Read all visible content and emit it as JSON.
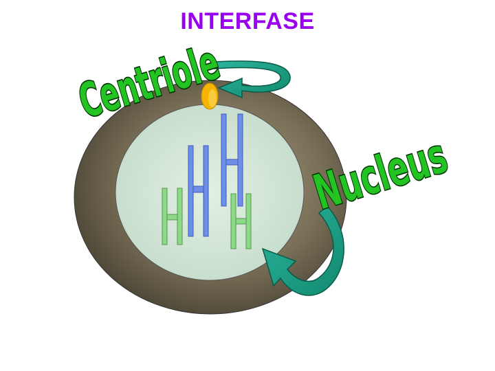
{
  "title": "INTERFASE",
  "labels": {
    "centriole": "Centriole",
    "nucleus": "Nucleus"
  },
  "colors": {
    "title": "#9a00f0",
    "label_fill": "#22c322",
    "label_outline": "#003300",
    "arrow_fill": "#1fa38a",
    "cell_outer": "#6b6450",
    "nucleus": "#cfe3d3",
    "centriole": "#f4b400",
    "chromosome_blue": "#6f8fe6",
    "chromosome_green": "#8fd88a"
  }
}
